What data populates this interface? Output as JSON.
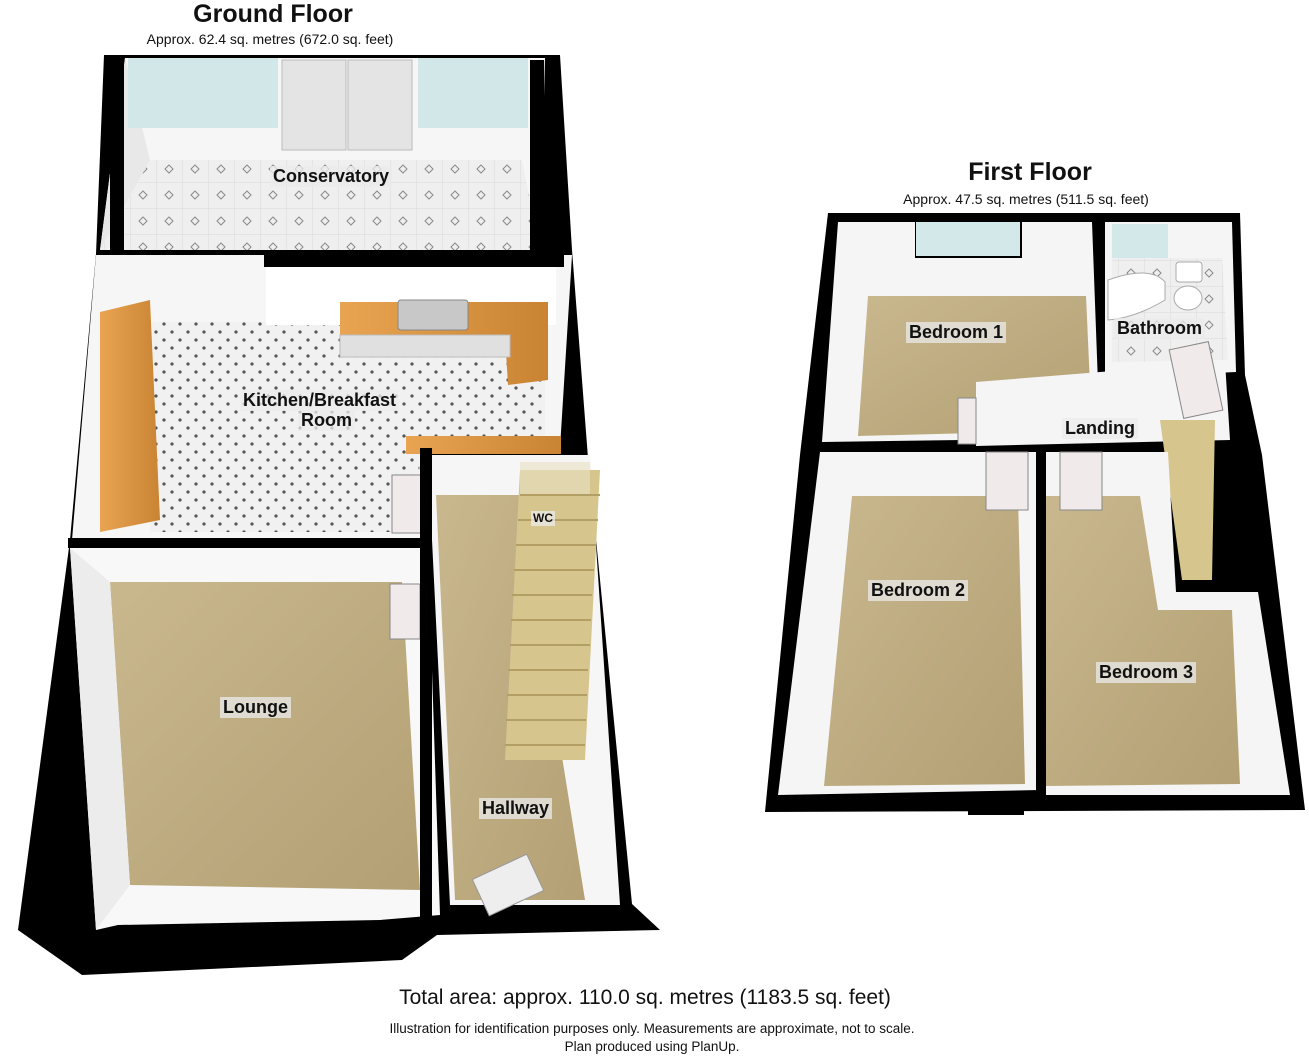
{
  "ground_floor": {
    "title": "Ground Floor",
    "area": "Approx. 62.4 sq. metres (672.0 sq. feet)",
    "rooms": {
      "conservatory": "Conservatory",
      "kitchen_line1": "Kitchen/Breakfast",
      "kitchen_line2": "Room",
      "wc": "WC",
      "lounge": "Lounge",
      "hallway": "Hallway"
    }
  },
  "first_floor": {
    "title": "First Floor",
    "area": "Approx. 47.5 sq. metres (511.5 sq. feet)",
    "rooms": {
      "bedroom1": "Bedroom 1",
      "bathroom": "Bathroom",
      "landing": "Landing",
      "bedroom2": "Bedroom 2",
      "bedroom3": "Bedroom 3"
    }
  },
  "footer": {
    "total": "Total area: approx. 110.0 sq. metres (1183.5 sq. feet)",
    "disclaimer": "Illustration for identification purposes only. Measurements are approximate, not to scale.",
    "credit": "Plan produced using PlanUp."
  },
  "colors": {
    "wall": "#000000",
    "wall_face": "#f4f4f4",
    "carpet": "#b9a67c",
    "tile": "#eeeeee",
    "worktop": "#d7903f",
    "glass": "#cfe6e6"
  }
}
